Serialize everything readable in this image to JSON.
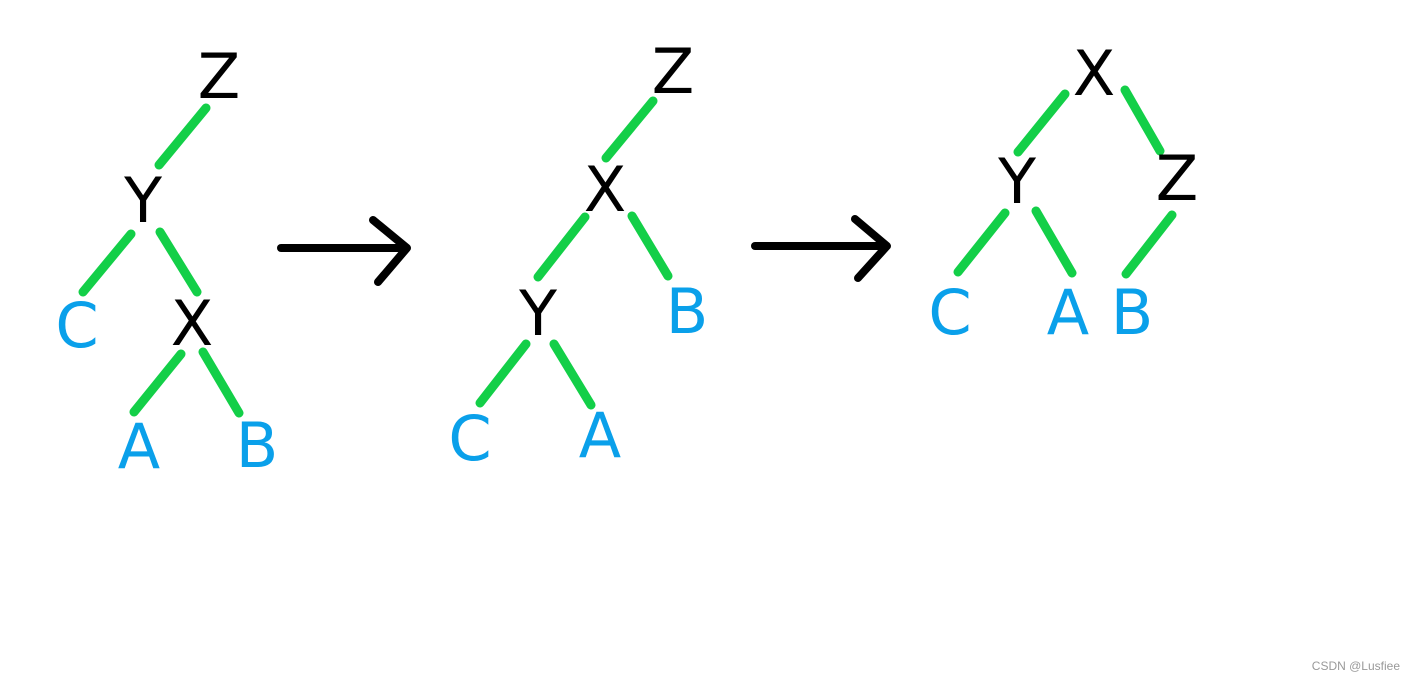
{
  "colors": {
    "internal_node_text": "#000000",
    "subtree_text": "#0aa0ea",
    "edge": "#13cf48",
    "arrow": "#000000"
  },
  "stages": [
    {
      "nodes": {
        "Z": "Z",
        "Y": "Y",
        "X": "X",
        "C": "C",
        "A": "A",
        "B": "B"
      },
      "edges": [
        [
          "Z",
          "Y"
        ],
        [
          "Y",
          "C"
        ],
        [
          "Y",
          "X"
        ],
        [
          "X",
          "A"
        ],
        [
          "X",
          "B"
        ]
      ]
    },
    {
      "nodes": {
        "Z": "Z",
        "X": "X",
        "Y": "Y",
        "B": "B",
        "C": "C",
        "A": "A"
      },
      "edges": [
        [
          "Z",
          "X"
        ],
        [
          "X",
          "Y"
        ],
        [
          "X",
          "B"
        ],
        [
          "Y",
          "C"
        ],
        [
          "Y",
          "A"
        ]
      ]
    },
    {
      "nodes": {
        "X": "X",
        "Y": "Y",
        "Z": "Z",
        "C": "C",
        "A": "A",
        "B": "B"
      },
      "edges": [
        [
          "X",
          "Y"
        ],
        [
          "X",
          "Z"
        ],
        [
          "Y",
          "C"
        ],
        [
          "Y",
          "A"
        ],
        [
          "Z",
          "B"
        ]
      ]
    }
  ],
  "transition_icons": [
    "right-arrow-icon",
    "right-arrow-icon"
  ],
  "watermark": "CSDN @Lusfiee"
}
